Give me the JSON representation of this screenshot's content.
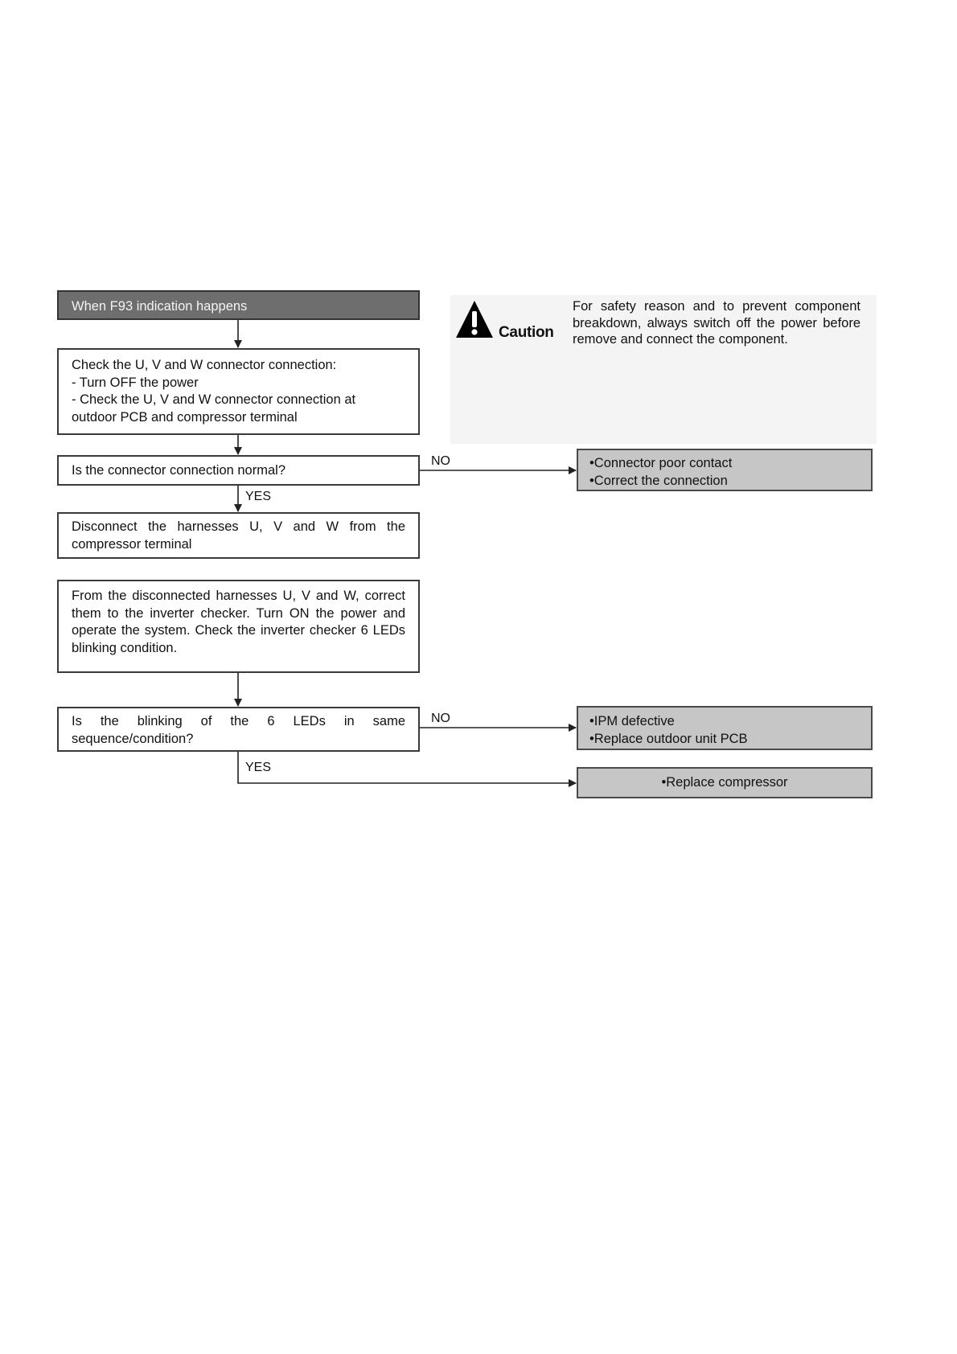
{
  "flowchart": {
    "start": "When F93 indication happens",
    "step_check": {
      "lines": [
        "Check the U, V and W connector connection:",
        "-  Turn OFF the power",
        "-  Check the U, V and W connector connection at",
        "outdoor PCB and compressor terminal"
      ]
    },
    "decision_connector": "Is the connector connection normal?",
    "step_disconnect": "Disconnect the harnesses U, V and W from the compressor terminal",
    "step_checker": "From the disconnected harnesses U, V and W, correct them to the inverter checker. Turn ON the power and operate the system. Check the inverter checker 6 LEDs blinking condition.",
    "decision_leds": "Is the blinking of the 6 LEDs in same sequence/condition?",
    "result_connector": [
      "Connector poor contact",
      "Correct the connection"
    ],
    "result_ipm": [
      "IPM defective",
      "Replace outdoor unit PCB"
    ],
    "result_compressor": "Replace compressor",
    "labels": {
      "no": "NO",
      "yes": "YES"
    }
  },
  "caution": {
    "word": "Caution",
    "icon": "warning-triangle-icon",
    "text": "For safety reason and to prevent component breakdown, always switch off the power before remove and connect the component."
  },
  "colors": {
    "start_fill": "#6e6e6e",
    "result_fill": "#c6c6c6",
    "line": "#222222"
  }
}
